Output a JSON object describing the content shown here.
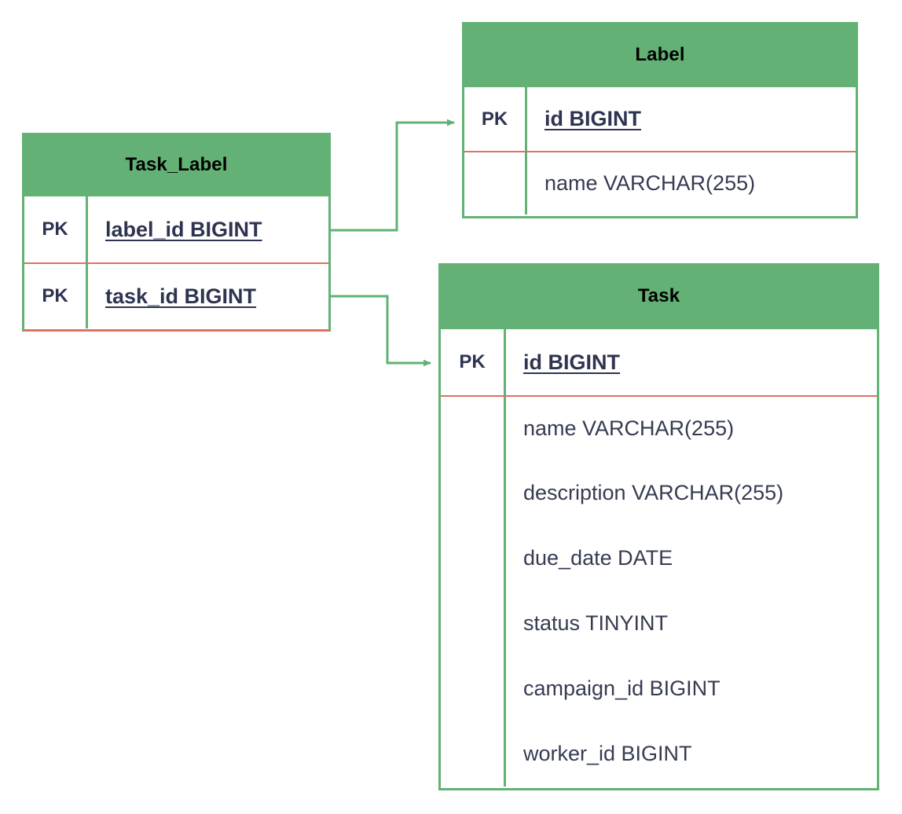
{
  "diagram": {
    "type": "entity-relationship-diagram",
    "colors": {
      "entity_header_fill": "#63B175",
      "entity_border": "#63B175",
      "key_divider": "#D9745F",
      "attribute_text": "#363B52",
      "connector": "#63B175",
      "background": "#FFFFFF"
    }
  },
  "entities": [
    {
      "id": "task_label",
      "title": "Task_Label",
      "attributes": [
        {
          "key": "PK",
          "name": "label_id BIGINT",
          "is_key": true
        },
        {
          "key": "PK",
          "name": "task_id BIGINT",
          "is_key": true
        }
      ]
    },
    {
      "id": "label",
      "title": "Label",
      "attributes": [
        {
          "key": "PK",
          "name": "id BIGINT",
          "is_key": true
        },
        {
          "key": "",
          "name": "name VARCHAR(255)",
          "is_key": false
        }
      ]
    },
    {
      "id": "task",
      "title": "Task",
      "attributes": [
        {
          "key": "PK",
          "name": "id BIGINT",
          "is_key": true
        },
        {
          "key": "",
          "name": "name VARCHAR(255)",
          "is_key": false
        },
        {
          "key": "",
          "name": "description VARCHAR(255)",
          "is_key": false
        },
        {
          "key": "",
          "name": "due_date DATE",
          "is_key": false
        },
        {
          "key": "",
          "name": "status TINYINT",
          "is_key": false
        },
        {
          "key": "",
          "name": "campaign_id BIGINT",
          "is_key": false
        },
        {
          "key": "",
          "name": "worker_id BIGINT",
          "is_key": false
        }
      ]
    }
  ],
  "relationships": [
    {
      "id": "rel-label",
      "from": "task_label.label_id BIGINT",
      "to": "label.id BIGINT",
      "arrow": "to"
    },
    {
      "id": "rel-task",
      "from": "task_label.task_id BIGINT",
      "to": "task.id BIGINT",
      "arrow": "to"
    }
  ]
}
